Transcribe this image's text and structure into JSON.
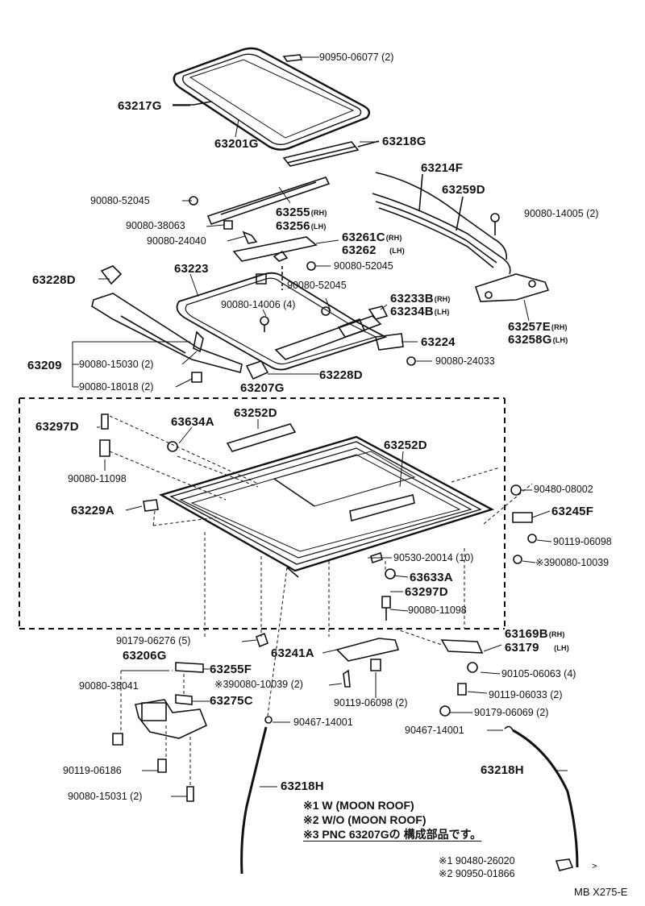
{
  "parts": {
    "p90950_06077": "90950-06077 (2)",
    "p63217G": "63217G",
    "p63201G": "63201G",
    "p63218G": "63218G",
    "p63214F": "63214F",
    "p63259D": "63259D",
    "p90080_14005": "90080-14005 (2)",
    "p90080_52045_a": "90080-52045",
    "p63255": "63255",
    "p63255_side": "(RH)",
    "p63256": "63256",
    "p63256_side": "(LH)",
    "p90080_38063": "90080-38063",
    "p90080_24040": "90080-24040",
    "p63261C": "63261C",
    "p63261C_side": "(RH)",
    "p63262": "63262",
    "p63262_side": "(LH)",
    "p90080_52045_b": "90080-52045",
    "p63228D_a": "63228D",
    "p63223": "63223",
    "p90080_52045_c": "90080-52045",
    "p90080_14006": "90080-14006 (4)",
    "p63233B": "63233B",
    "p63233B_side": "(RH)",
    "p63234B": "63234B",
    "p63234B_side": "(LH)",
    "p63257E": "63257E",
    "p63257E_side": "(RH)",
    "p63258G": "63258G",
    "p63258G_side": "(LH)",
    "p63224": "63224",
    "p63209": "63209",
    "p90080_15030": "90080-15030 (2)",
    "p90080_24033": "90080-24033",
    "p90080_18018": "90080-18018 (2)",
    "p63228D_b": "63228D",
    "p63207G": "63207G",
    "p63297D_a": "63297D",
    "p63634A": "63634A",
    "p63252D_a": "63252D",
    "p63252D_b": "63252D",
    "p90080_11098_a": "90080-11098",
    "p90480_08002": "90480-08002",
    "p63229A": "63229A",
    "p63245F": "63245F",
    "p90119_06098_a": "90119-06098",
    "p90080_10039_a": "※390080-10039",
    "p90530_20014": "90530-20014 (10)",
    "p63633A": "63633A",
    "p63297D_b": "63297D",
    "p90080_11098_b": "90080-11098",
    "p90179_06276": "90179-06276 (5)",
    "p63169B": "63169B",
    "p63169B_side": "(RH)",
    "p63179": "63179",
    "p63179_side": "(LH)",
    "p63206G": "63206G",
    "p63241A": "63241A",
    "p63255F": "63255F",
    "p90105_06063": "90105-06063 (4)",
    "p90080_38041": "90080-38041",
    "p90080_10039_b": "※390080-10039 (2)",
    "p63275C": "63275C",
    "p90119_06098_b": "90119-06098 (2)",
    "p90119_06033": "90119-06033 (2)",
    "p90179_06069": "90179-06069 (2)",
    "p90467_14001_a": "90467-14001",
    "p90467_14001_b": "90467-14001",
    "p90119_06186": "90119-06186",
    "p63218H_a": "63218H",
    "p63218H_b": "63218H",
    "p90080_15031": "90080-15031 (2)"
  },
  "notes": {
    "n1": "※1 W (MOON ROOF)",
    "n2": "※2 W/O (MOON ROOF)",
    "n3": "※3 PNC 63207Gの 構成部品です。"
  },
  "footnotes": {
    "f1": "※1  90480-26020",
    "f2": "※2  90950-01866"
  },
  "catalog_code": "MB X275-E"
}
